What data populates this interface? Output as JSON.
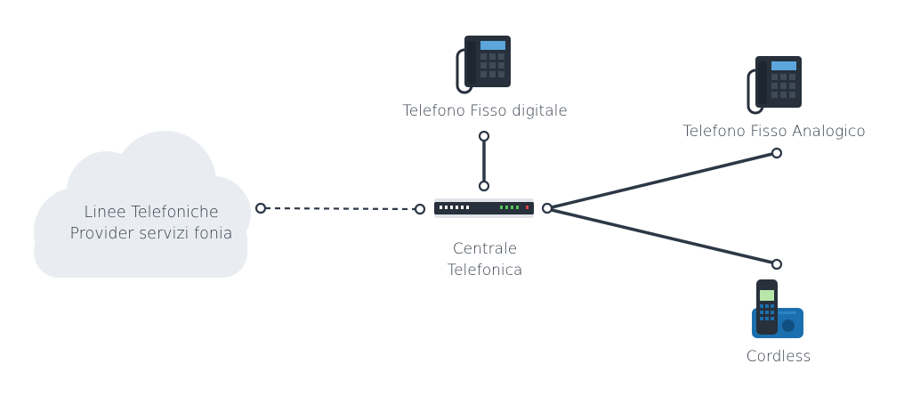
{
  "nodes": {
    "cloud": {
      "line1": "Linee Telefoniche",
      "line2": "Provider servizi fonia",
      "icon": "cloud-icon"
    },
    "pbx": {
      "line1": "Centrale",
      "line2": "Telefonica",
      "icon": "pbx-device-icon"
    },
    "digital_phone": {
      "label": "Telefono Fisso digitale",
      "icon": "desk-phone-icon"
    },
    "analog_phone": {
      "label": "Telefono Fisso Analogico",
      "icon": "desk-phone-icon"
    },
    "cordless": {
      "label": "Cordless",
      "icon": "cordless-phone-icon"
    }
  },
  "colors": {
    "line": "#2c3846",
    "cloud": "#e9edf2",
    "phone_body": "#27303b",
    "phone_screen": "#5ba6dc",
    "cordless_body": "#1c6fae",
    "cordless_screen": "#b8e6a8",
    "led_green": "#54c45a",
    "led_red": "#e04848"
  },
  "connections": [
    {
      "from": "cloud",
      "to": "pbx",
      "style": "dashed"
    },
    {
      "from": "pbx",
      "to": "digital_phone",
      "style": "solid"
    },
    {
      "from": "pbx",
      "to": "analog_phone",
      "style": "solid"
    },
    {
      "from": "pbx",
      "to": "cordless",
      "style": "solid"
    }
  ]
}
